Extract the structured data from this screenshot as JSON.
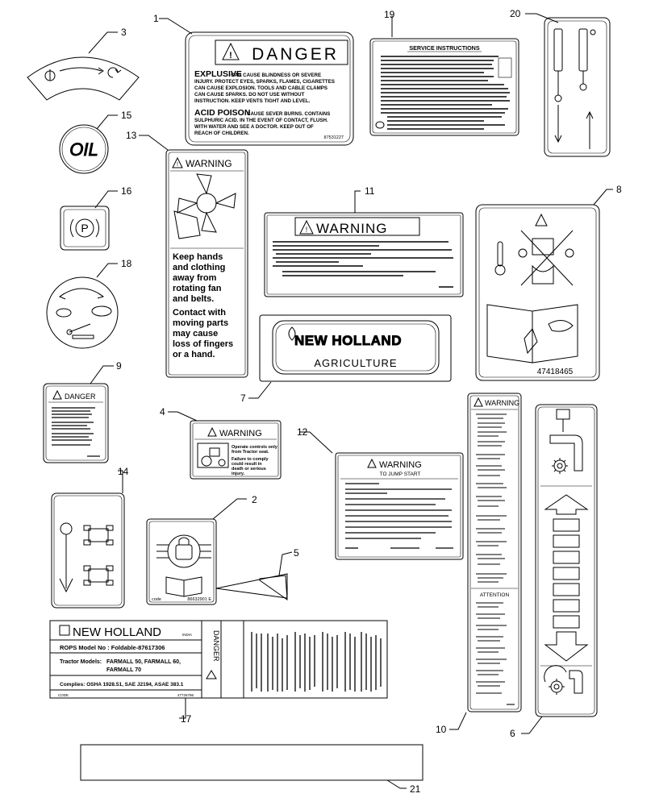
{
  "callouts": [
    "1",
    "2",
    "3",
    "4",
    "5",
    "6",
    "7",
    "8",
    "9",
    "10",
    "11",
    "12",
    "13",
    "14",
    "15",
    "16",
    "17",
    "18",
    "19",
    "20",
    "21"
  ],
  "decal_1": {
    "heading": "DANGER",
    "explosive_title": "EXPLUSIVE",
    "explosive_lines": [
      "CAN CAUSE BLINDNESS OR SEVERE",
      "INJURY. PROTECT EYES, SPARKS, FLAMES, CIGARETTES",
      "CAN CAUSE EXPLOSION. TOOLS AND CABLE CLAMPS",
      "CAN CAUSE SPARKS. DO NOT USE WITHOUT",
      "INSTRUCTION. KEEP VENTS TIGHT AND LEVEL."
    ],
    "acid_title": "ACID POISON",
    "acid_lines": [
      "CAUSE SEVER BURNS. CONTAINS",
      "SULPHURIC ACID. IN THE EVENT OF CONTACT, FLUSH.",
      "WITH WATER AND SEE A DOCTOR. KEEP OUT OF",
      "REACH OF CHILDREN."
    ],
    "code": "87531227"
  },
  "decal_19": {
    "heading": "SERVICE INSTRUCTIONS"
  },
  "decal_15": {
    "text": "OIL"
  },
  "decal_16": {
    "symbol": "P"
  },
  "decal_13": {
    "heading": "WARNING",
    "lines_a": [
      "Keep hands",
      "and clothing",
      "away from",
      "rotating fan",
      "and belts."
    ],
    "lines_b": [
      "Contact with",
      "moving parts",
      "may cause",
      "loss of fingers",
      "or a hand."
    ]
  },
  "decal_11": {
    "heading": "WARNING"
  },
  "decal_7": {
    "brand": "NEW HOLLAND",
    "sub": "AGRICULTURE"
  },
  "decal_8": {
    "code": "47418465"
  },
  "decal_9": {
    "heading": "DANGER"
  },
  "decal_4": {
    "heading": "WARNING",
    "lines_a": [
      "Operate controls only",
      "from Tractor seat."
    ],
    "lines_b": [
      "Failure to comply",
      "could result in",
      "death or serious",
      "injury."
    ]
  },
  "decal_12": {
    "heading": "WARNING",
    "sub": "TO JUMP START"
  },
  "decal_10": {
    "heading": "WARNING",
    "attention": "ATTENTION"
  },
  "decal_2": {
    "code_label": "code",
    "code": "86632901 E"
  },
  "decal_17": {
    "brand": "NEW  HOLLAND",
    "india": "INDIA",
    "rops_model": "ROPS Model No : Foldable-87617306",
    "tractor_label": "Tractor Models:",
    "tractor_models": [
      "FARMALL 50,  FARMALL 60,",
      "FARMALL 70"
    ],
    "complies": "Complies: OSHA 1928.51,  SAE J2194,  ASAE 383.1",
    "code_label": "CODE",
    "code": "47726796",
    "danger": "DANGER"
  }
}
